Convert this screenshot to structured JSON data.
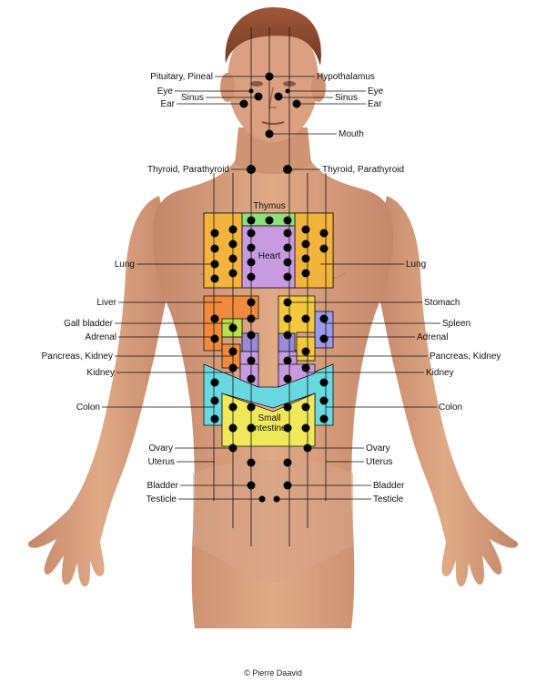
{
  "copyright": "© Pierre Daavid",
  "labels": {
    "pituitary_pineal": "Pituitary, Pineal",
    "hypothalamus": "Hypothalamus",
    "eye": "Eye",
    "sinus": "Sinus",
    "ear": "Ear",
    "mouth": "Mouth",
    "thyroid": "Thyroid, Parathyroid",
    "thymus": "Thymus",
    "heart": "Heart",
    "lung": "Lung",
    "liver": "Liver",
    "stomach": "Stomach",
    "gall_bladder": "Gall bladder",
    "spleen": "Spleen",
    "adrenal": "Adrenal",
    "pancreas_kidney": "Pancreas, Kidney",
    "kidney": "Kidney",
    "colon": "Colon",
    "small_intestine_1": "Small",
    "small_intestine_2": "intestine",
    "ovary": "Ovary",
    "uterus": "Uterus",
    "bladder": "Bladder",
    "testicle": "Testicle"
  },
  "colors": {
    "skin": "#d9a07c",
    "skin_shadow": "#c0866a",
    "hair": "#8a4a2a",
    "heart": "#c89ae0",
    "lung": "#f2b43c",
    "thymus": "#8ee07a",
    "liver": "#f08a3c",
    "gall": "#b8e04a",
    "adrenal": "#9a8ad8",
    "stomach": "#f2c83c",
    "spleen": "#9a9ae8",
    "kidney": "#c89ae0",
    "colon": "#6ad8e0",
    "small_intestine": "#eee85a",
    "dot": "#000000",
    "line": "#111111"
  }
}
